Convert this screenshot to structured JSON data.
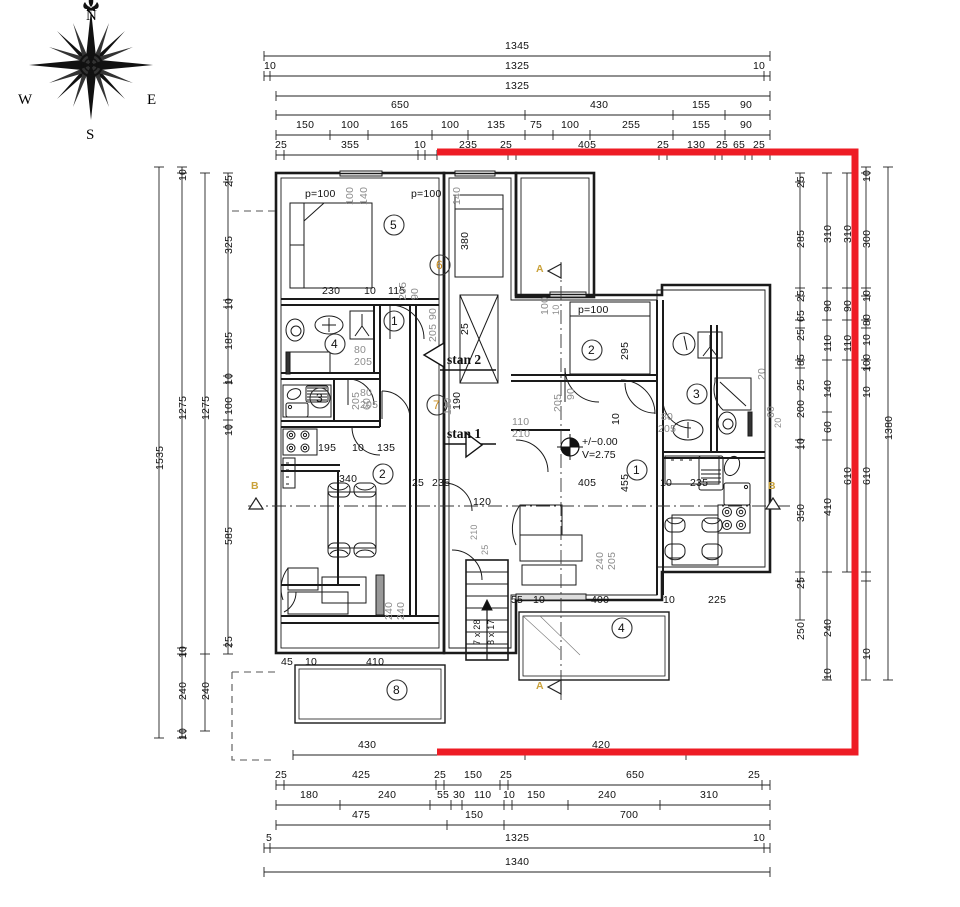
{
  "drawing": {
    "type": "architectural-floor-plan",
    "title_visible": false,
    "highlight_color": "#ee1c25",
    "paper_color": "#ffffff",
    "ink_color": "#1a1a1a",
    "gray_ink": "#8c8c8c"
  },
  "compass": {
    "north": "N",
    "south": "S",
    "east": "E",
    "west": "W"
  },
  "labels": {
    "stan1": "stan 1",
    "stan2": "stan 2",
    "elevation_level": "+/−0.00",
    "elevation_height": "V=2.75",
    "window_head_1": "p=100",
    "window_head_2": "p=100",
    "window_head_3": "p=100",
    "section_a_top": "A",
    "section_a_bottom": "A",
    "section_b_left": "B",
    "section_b_right": "B"
  },
  "room_numbers": {
    "left_unit": [
      "5",
      "1",
      "4",
      "3",
      "2",
      "8"
    ],
    "right_unit": [
      "6",
      "2",
      "3",
      "1",
      "4",
      "7"
    ]
  },
  "stairs": {
    "risers": "7 x 28",
    "treads": "8 x 17",
    "width": "60",
    "landing": "120"
  },
  "doors": [
    {
      "width": "205",
      "height": "90"
    },
    {
      "width": "80",
      "height": "205"
    },
    {
      "width": "110",
      "height": "210"
    },
    {
      "width": "205",
      "height": "60"
    },
    {
      "width": "205",
      "height": "90"
    },
    {
      "width": "80",
      "height": "205"
    },
    {
      "width": "210",
      "height": "25"
    },
    {
      "width": "240",
      "height": "205"
    },
    {
      "width": "60",
      "height": "120"
    },
    {
      "width": "80",
      "height": "20"
    }
  ],
  "dimensions": {
    "top_rows": [
      {
        "row": 1,
        "segments": [
          {
            "value": "1345",
            "span": 513
          }
        ]
      },
      {
        "row": 2,
        "segments": [
          {
            "value": "10",
            "span": 0
          },
          {
            "value": "1325",
            "span": 513
          },
          {
            "value": "10",
            "span": 0
          }
        ]
      },
      {
        "row": 3,
        "segments": [
          {
            "value": "1325",
            "span": 513
          }
        ]
      },
      {
        "row": 4,
        "segments": [
          {
            "value": "650",
            "span": 250
          },
          {
            "value": "430",
            "span": 160
          },
          {
            "value": "155",
            "span": 58
          },
          {
            "value": "90",
            "span": 42
          }
        ]
      },
      {
        "row": 5,
        "segments": [
          {
            "value": "150",
            "span": 58
          },
          {
            "value": "100",
            "span": 40
          },
          {
            "value": "165",
            "span": 62
          },
          {
            "value": "100",
            "span": 40
          },
          {
            "value": "135",
            "span": 52
          },
          {
            "value": "75",
            "span": 28
          },
          {
            "value": "100",
            "span": 38
          },
          {
            "value": "255",
            "span": 96
          },
          {
            "value": "155",
            "span": 58
          },
          {
            "value": "90",
            "span": 42
          }
        ]
      },
      {
        "row": 6,
        "segments": [
          {
            "value": "25",
            "span": 12
          },
          {
            "value": "355",
            "span": 134
          },
          {
            "value": "10",
            "span": 6
          },
          {
            "value": "235",
            "span": 88
          },
          {
            "value": "25",
            "span": 12
          },
          {
            "value": "405",
            "span": 152
          },
          {
            "value": "25",
            "span": 12
          },
          {
            "value": "130",
            "span": 48
          },
          {
            "value": "25",
            "span": 11
          },
          {
            "value": "65",
            "span": 22
          },
          {
            "value": "25",
            "span": 11
          }
        ]
      }
    ],
    "bottom_rows": [
      {
        "row": 1,
        "segments": [
          {
            "value": "430",
            "span": 160
          },
          {
            "value": "420",
            "span": 160
          }
        ]
      },
      {
        "row": 2,
        "segments": [
          {
            "value": "25",
            "span": 12
          },
          {
            "value": "425",
            "span": 160
          },
          {
            "value": "25",
            "span": 12
          },
          {
            "value": "150",
            "span": 56
          },
          {
            "value": "25",
            "span": 12
          },
          {
            "value": "650",
            "span": 245
          },
          {
            "value": "25",
            "span": 12
          }
        ]
      },
      {
        "row": 3,
        "segments": [
          {
            "value": "180",
            "span": 68
          },
          {
            "value": "240",
            "span": 92
          },
          {
            "value": "55",
            "span": 22
          },
          {
            "value": "30",
            "span": 12
          },
          {
            "value": "110",
            "span": 42
          },
          {
            "value": "10",
            "span": 8
          },
          {
            "value": "150",
            "span": 56
          },
          {
            "value": "240",
            "span": 92
          },
          {
            "value": "310",
            "span": 118
          }
        ]
      },
      {
        "row": 4,
        "segments": [
          {
            "value": "475",
            "span": 180
          },
          {
            "value": "150",
            "span": 56
          },
          {
            "value": "700",
            "span": 265
          }
        ]
      },
      {
        "row": 5,
        "segments": [
          {
            "value": "5",
            "span": 0
          },
          {
            "value": "1325",
            "span": 513
          },
          {
            "value": "10",
            "span": 0
          }
        ]
      },
      {
        "row": 6,
        "segments": [
          {
            "value": "1340",
            "span": 513
          }
        ]
      }
    ],
    "left_cols": [
      {
        "col": 1,
        "segments": [
          {
            "value": "1535"
          }
        ]
      },
      {
        "col": 2,
        "segments": [
          {
            "value": "10"
          },
          {
            "value": "1275"
          },
          {
            "value": "10"
          },
          {
            "value": "240"
          },
          {
            "value": "10"
          }
        ]
      },
      {
        "col": 3,
        "segments": [
          {
            "value": "1275"
          },
          {
            "value": "240"
          }
        ]
      },
      {
        "col": 4,
        "segments": [
          {
            "value": "25"
          },
          {
            "value": "325"
          },
          {
            "value": "10"
          },
          {
            "value": "185"
          },
          {
            "value": "10"
          },
          {
            "value": "100"
          },
          {
            "value": "10"
          },
          {
            "value": "585"
          },
          {
            "value": "25"
          }
        ]
      }
    ],
    "right_cols": [
      {
        "col": 1,
        "segments": [
          {
            "value": "25"
          },
          {
            "value": "285"
          },
          {
            "value": "25"
          },
          {
            "value": "65"
          },
          {
            "value": "25"
          },
          {
            "value": "85"
          },
          {
            "value": "25"
          },
          {
            "value": "200"
          },
          {
            "value": "10"
          },
          {
            "value": "350"
          },
          {
            "value": "25"
          },
          {
            "value": "250"
          }
        ]
      },
      {
        "col": 2,
        "segments": [
          {
            "value": "310"
          },
          {
            "value": "90"
          },
          {
            "value": "110"
          },
          {
            "value": "140"
          },
          {
            "value": "60"
          },
          {
            "value": "410"
          },
          {
            "value": "240"
          },
          {
            "value": "10"
          }
        ]
      },
      {
        "col": 3,
        "segments": [
          {
            "value": "310"
          },
          {
            "value": "90"
          },
          {
            "value": "110"
          },
          {
            "value": "610"
          }
        ]
      },
      {
        "col": 4,
        "segments": [
          {
            "value": "10"
          },
          {
            "value": "300"
          },
          {
            "value": "10"
          },
          {
            "value": "80"
          },
          {
            "value": "10"
          },
          {
            "value": "100"
          },
          {
            "value": "10"
          },
          {
            "value": "610"
          },
          {
            "value": "10"
          }
        ]
      },
      {
        "col": 5,
        "segments": [
          {
            "value": "1380"
          }
        ]
      }
    ],
    "interior": {
      "bed_head_left": "100",
      "bed_head_left_b": "140",
      "bed_head_right": "140",
      "wardrobe_left": "230",
      "gap_10": "10",
      "corridor_115": "115",
      "door_205": "205",
      "door_90": "90",
      "bath_205": "205",
      "bath_60": "60",
      "kitchen_195": "195",
      "kitchen_10": "10",
      "kitchen_135": "135",
      "dining_340": "340",
      "sofa_240": "240",
      "sofa_240b": "240",
      "terrace_45": "45",
      "terrace_10": "10",
      "terrace_410": "410",
      "stair_235": "235",
      "stair_120": "120",
      "stan_190": "190",
      "bed380": "380",
      "bed25": "25",
      "bed295": "295",
      "right_10": "10",
      "right_235": "235",
      "right_55": "55",
      "right_400": "400",
      "right_10b": "10",
      "right_225": "225",
      "right_405": "405",
      "right_455": "455",
      "shower_20": "20",
      "win_60": "60",
      "win_120": "120",
      "wc_25": "25",
      "bath_80": "80",
      "hall_25": "25"
    }
  }
}
